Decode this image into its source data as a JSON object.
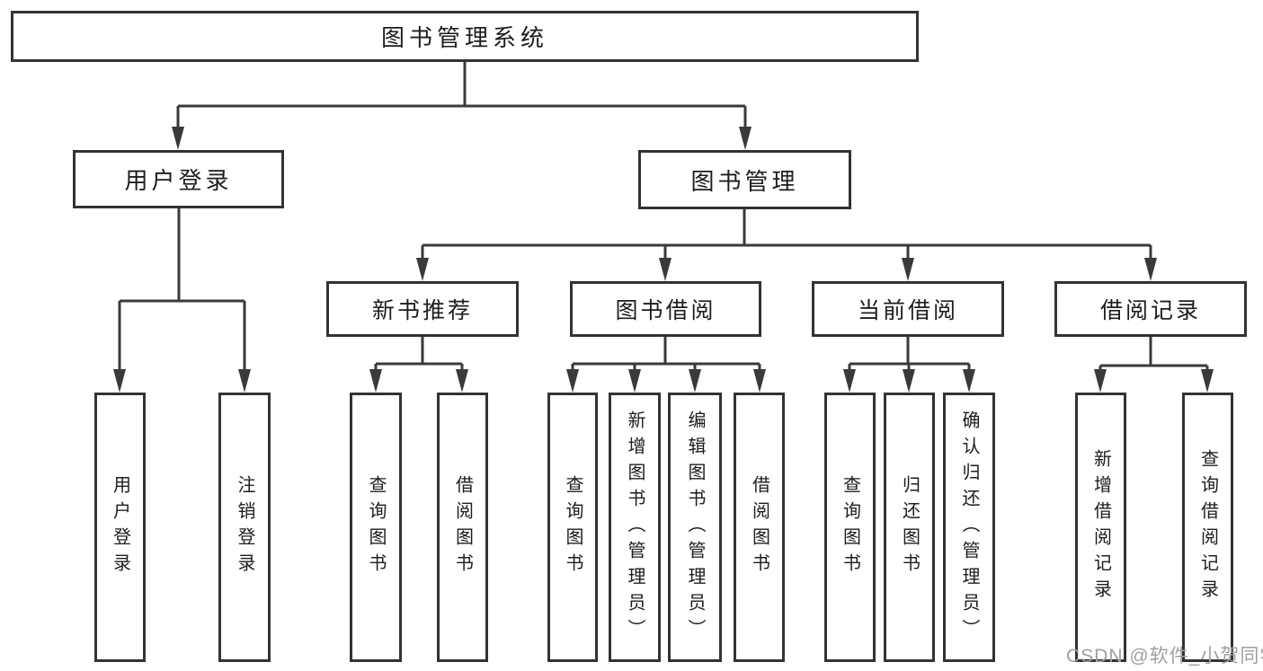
{
  "diagram": {
    "root": {
      "label": "图书管理系统"
    },
    "user_login": {
      "label": "用户登录",
      "leaves": [
        "用户登录",
        "注销登录"
      ]
    },
    "book_mgmt": {
      "label": "图书管理",
      "children": [
        {
          "label": "新书推荐",
          "leaves": [
            "查询图书",
            "借阅图书"
          ]
        },
        {
          "label": "图书借阅",
          "leaves": [
            "查询图书",
            "新增图书（管理员）",
            "编辑图书（管理员）",
            "借阅图书"
          ]
        },
        {
          "label": "当前借阅",
          "leaves": [
            "查询图书",
            "归还图书",
            "确认归还（管理员）"
          ]
        },
        {
          "label": "借阅记录",
          "leaves": [
            "新增借阅记录",
            "查询借阅记录"
          ]
        }
      ]
    },
    "watermark": "CSDN @软件_小贺同学",
    "colors": {
      "line": "#3a3a3a",
      "border": "#333333",
      "text": "#1d1d1f",
      "background": "#ffffff",
      "watermark": "#9f9fa3"
    }
  }
}
